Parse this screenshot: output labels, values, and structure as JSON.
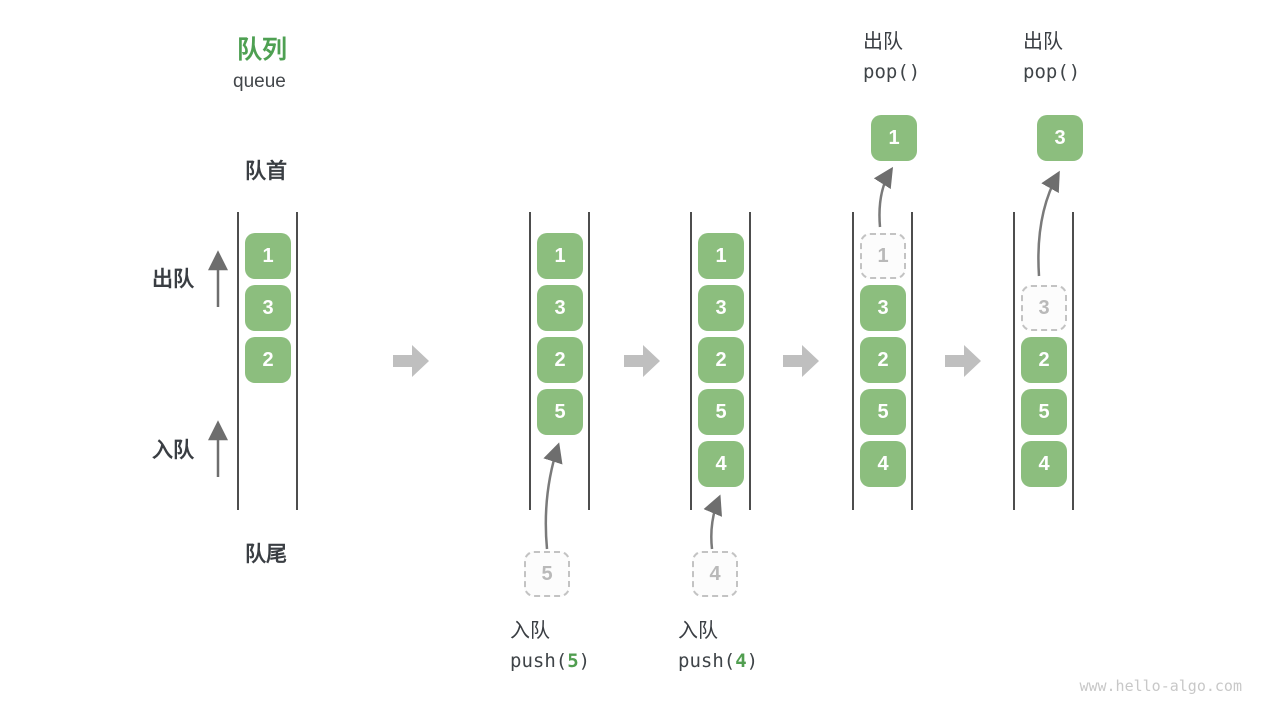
{
  "title": {
    "zh": "队列",
    "en": "queue"
  },
  "side_labels": {
    "front": "队首",
    "rear": "队尾",
    "dequeue": "出队",
    "enqueue": "入队"
  },
  "queues": [
    {
      "name": "state-initial",
      "items": [
        {
          "value": "1"
        },
        {
          "value": "3"
        },
        {
          "value": "2"
        }
      ]
    },
    {
      "name": "state-after-push-5",
      "items": [
        {
          "value": "1"
        },
        {
          "value": "3"
        },
        {
          "value": "2"
        },
        {
          "value": "5"
        }
      ]
    },
    {
      "name": "state-after-push-4",
      "items": [
        {
          "value": "1"
        },
        {
          "value": "3"
        },
        {
          "value": "2"
        },
        {
          "value": "5"
        },
        {
          "value": "4"
        }
      ]
    },
    {
      "name": "state-after-pop-1",
      "ghost": {
        "value": "1"
      },
      "items": [
        {
          "value": "3"
        },
        {
          "value": "2"
        },
        {
          "value": "5"
        },
        {
          "value": "4"
        }
      ],
      "popped": {
        "value": "1"
      },
      "op": {
        "label": "出队",
        "code": "pop()"
      }
    },
    {
      "name": "state-after-pop-3",
      "ghost": {
        "value": "3"
      },
      "items": [
        {
          "value": "2"
        },
        {
          "value": "5"
        },
        {
          "value": "4"
        }
      ],
      "popped": {
        "value": "3"
      },
      "op": {
        "label": "出队",
        "code": "pop()"
      }
    }
  ],
  "push_ops": [
    {
      "label": "入队",
      "code_prefix": "push(",
      "arg": "5",
      "code_suffix": ")",
      "ghost_value": "5"
    },
    {
      "label": "入队",
      "code_prefix": "push(",
      "arg": "4",
      "code_suffix": ")",
      "ghost_value": "4"
    }
  ],
  "watermark": "www.hello-algo.com",
  "colors": {
    "box_green": "#8cbe7e",
    "title_green": "#4ea052",
    "code_arg_green": "#519e50",
    "transition_arrow_gray": "#bfbfbf",
    "curved_arrow_gray": "#7a7a7a",
    "queue_line_gray": "#4d4d4d",
    "ghost_border_gray": "#c3c3c3",
    "text_dark": "#3a3e43",
    "watermark_gray": "#c8c8c8"
  }
}
